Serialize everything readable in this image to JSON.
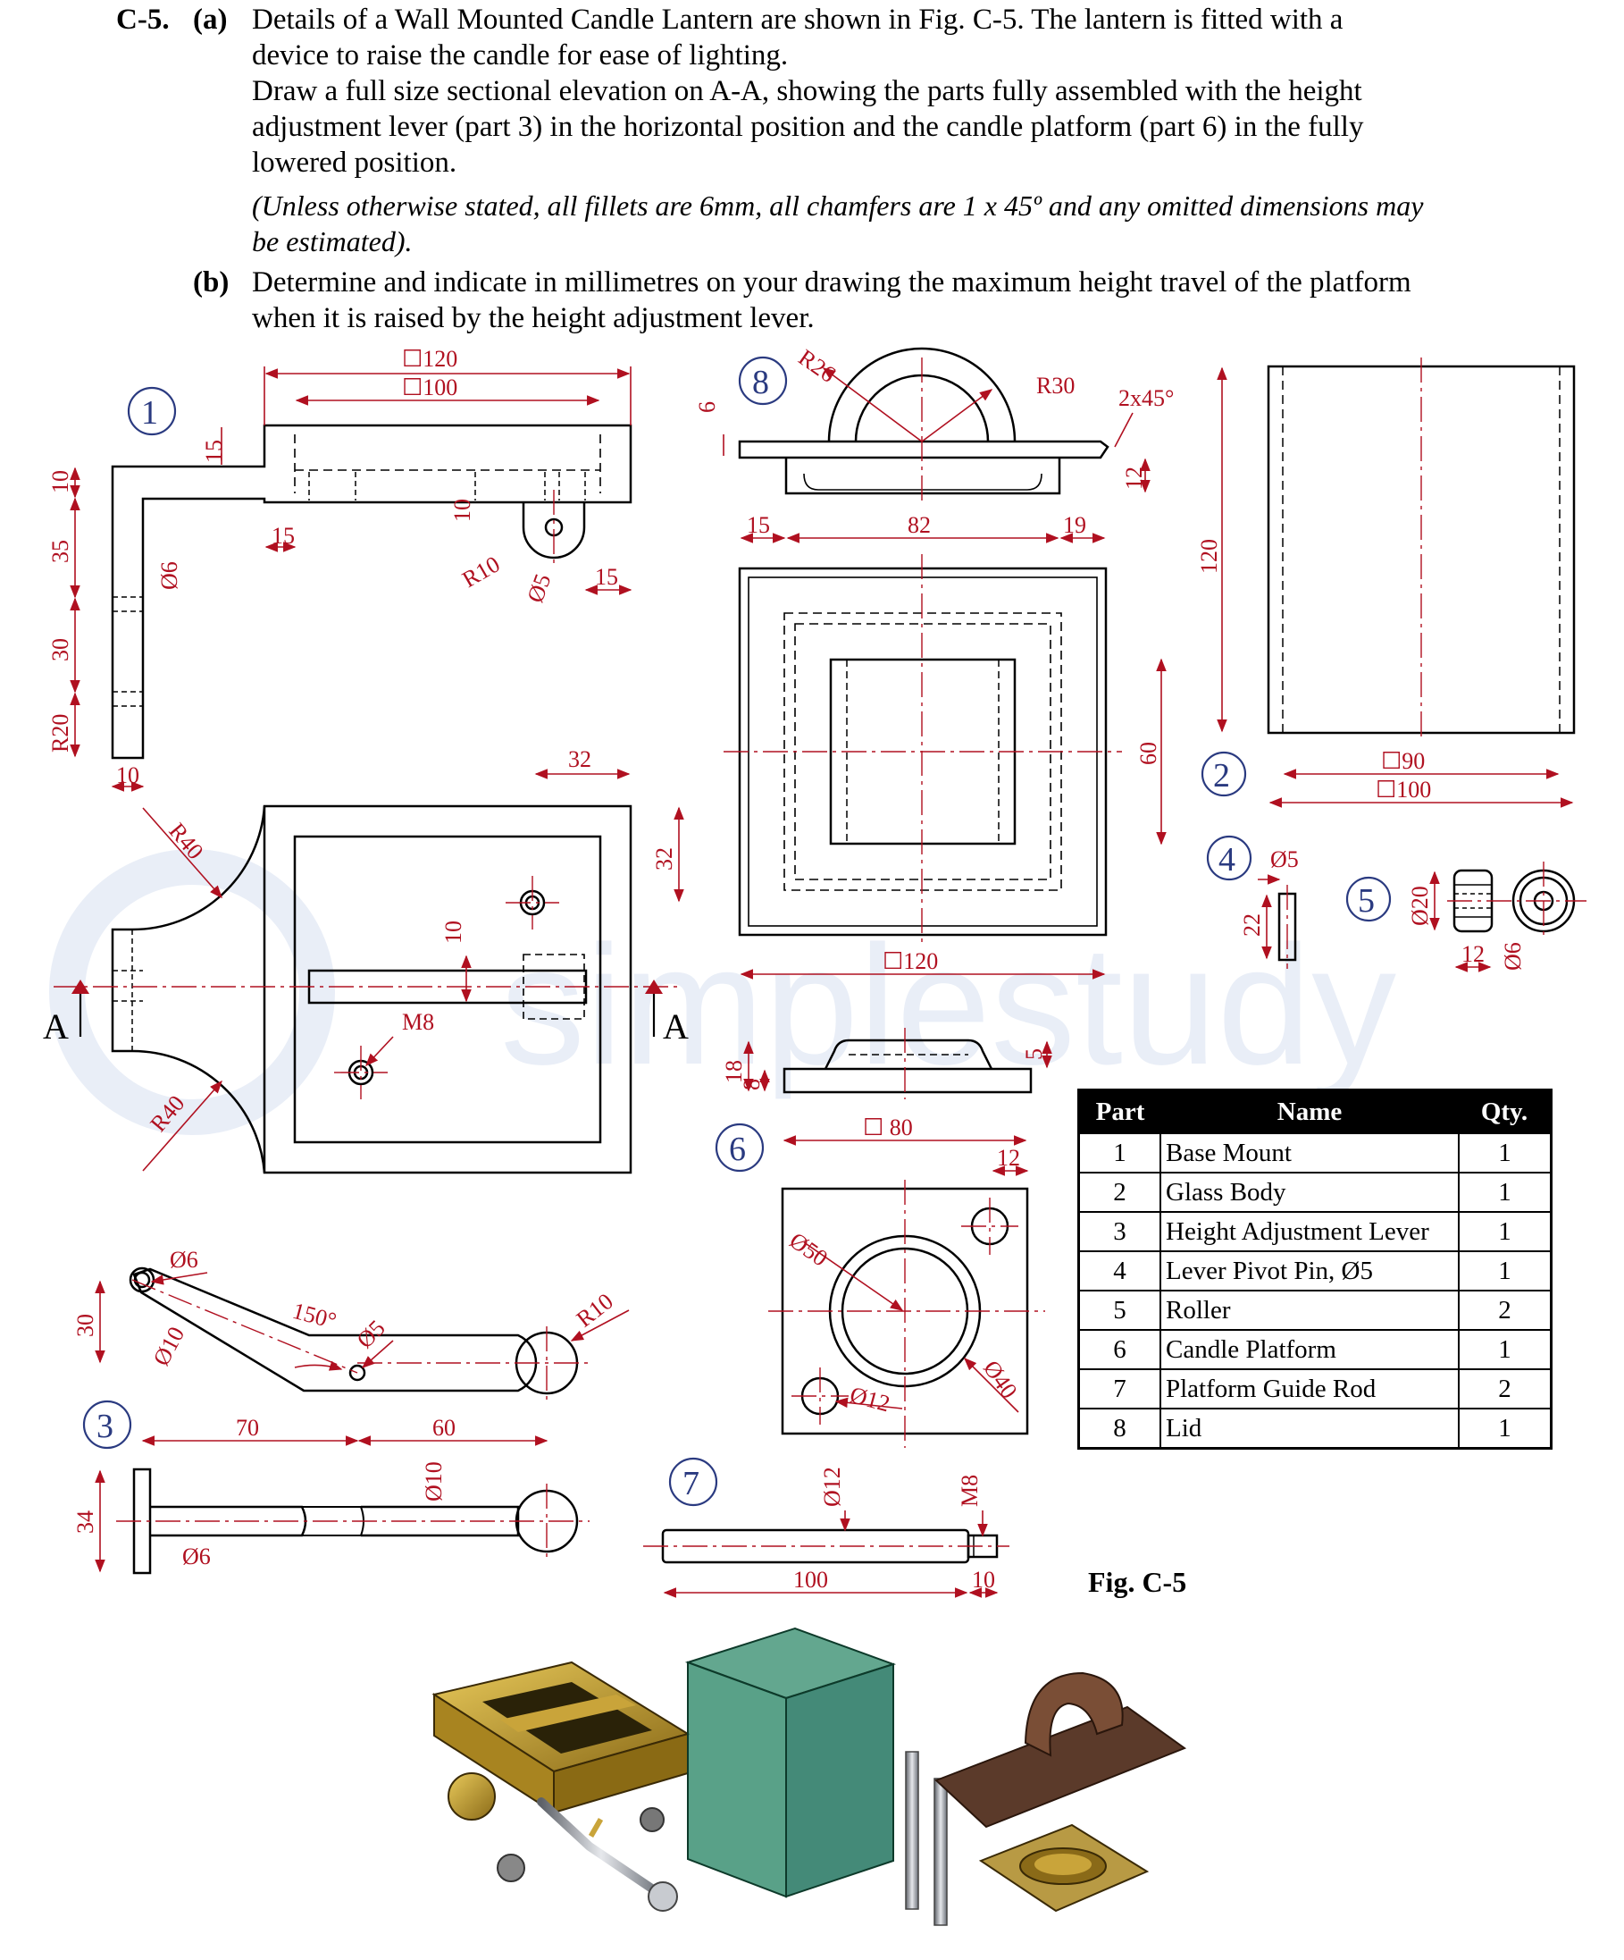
{
  "question": {
    "number": "C-5.",
    "part_a_label": "(a)",
    "part_a_lines": [
      "Details of a Wall Mounted Candle Lantern are shown in Fig. C-5.  The lantern is fitted with a",
      "device to raise the candle for ease of lighting.",
      "Draw a full size sectional elevation on A-A, showing the parts fully assembled with the height",
      "adjustment lever (part 3) in the horizontal position and the candle platform (part 6) in the fully",
      "lowered position."
    ],
    "note_lines": [
      "(Unless otherwise stated, all fillets are 6mm, all chamfers are 1 x 45º and any omitted dimensions may",
      "be estimated)."
    ],
    "part_b_label": "(b)",
    "part_b_lines": [
      "Determine and indicate in millimetres on your drawing the maximum height travel of the platform",
      "when it is raised by the height adjustment lever."
    ]
  },
  "watermark": "simplestudy",
  "part_labels": [
    "1",
    "2",
    "3",
    "4",
    "5",
    "6",
    "7",
    "8"
  ],
  "section_label": "A",
  "dimensions": {
    "part1": [
      "☐120",
      "☐100",
      "15",
      "10",
      "35",
      "30",
      "R20",
      "Ø6",
      "15",
      "10",
      "R10",
      "Ø5",
      "15",
      "10",
      "R40",
      "32",
      "32",
      "10",
      "M8",
      "R40"
    ],
    "part8": [
      "R26",
      "R30",
      "2x45°",
      "6",
      "12",
      "15",
      "82",
      "19",
      "60",
      "☐120"
    ],
    "part2": [
      "120",
      "☐90",
      "☐100"
    ],
    "part4": [
      "Ø5",
      "22"
    ],
    "part5": [
      "Ø20",
      "12",
      "Ø6"
    ],
    "part6": [
      "18",
      "8",
      "5",
      "☐ 80",
      "12",
      "Ø50",
      "Ø12",
      "Ø40"
    ],
    "part3": [
      "Ø6",
      "30",
      "Ø10",
      "150°",
      "Ø5",
      "R10",
      "70",
      "60",
      "Ø10",
      "34",
      "Ø6"
    ],
    "part7": [
      "Ø12",
      "M8",
      "100",
      "10"
    ]
  },
  "parts_table": {
    "headers": [
      "Part",
      "Name",
      "Qty."
    ],
    "rows": [
      [
        "1",
        "Base Mount",
        "1"
      ],
      [
        "2",
        "Glass Body",
        "1"
      ],
      [
        "3",
        "Height Adjustment Lever",
        "1"
      ],
      [
        "4",
        "Lever Pivot Pin, Ø5",
        "1"
      ],
      [
        "5",
        "Roller",
        "2"
      ],
      [
        "6",
        "Candle Platform",
        "1"
      ],
      [
        "7",
        "Platform Guide Rod",
        "2"
      ],
      [
        "8",
        "Lid",
        "1"
      ]
    ]
  },
  "figure_label": "Fig. C-5",
  "colors": {
    "dimension": "#b01020",
    "label": "#2a3a80",
    "brass": "#c9a43a",
    "glass": "#2f8a6a",
    "lid": "#5b3a2a"
  }
}
